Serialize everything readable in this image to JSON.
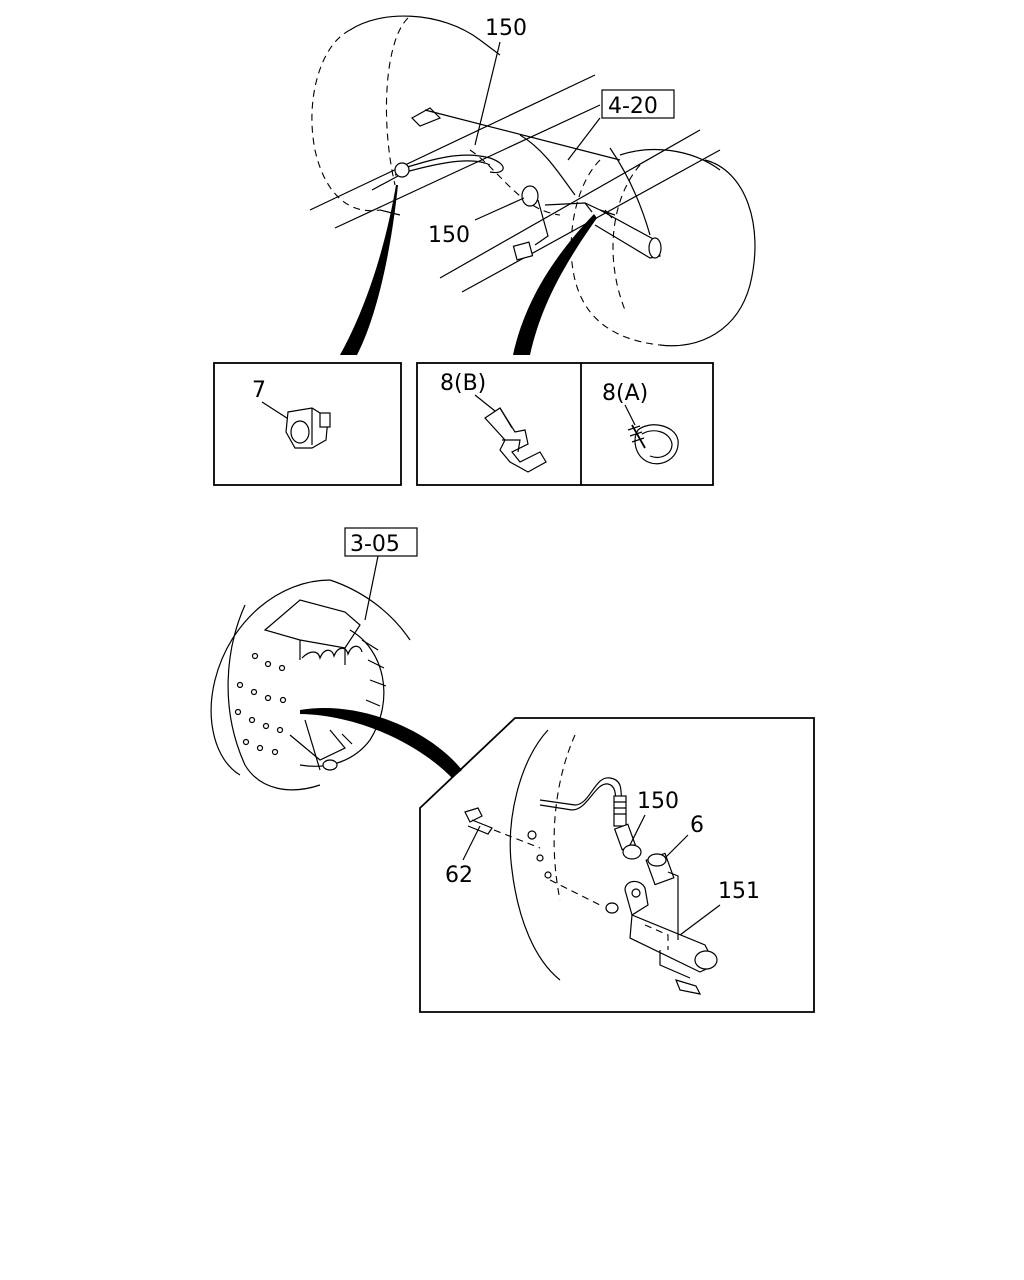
{
  "labels": {
    "callout_150_top": "150",
    "callout_150_mid": "150",
    "ref_4_20": "4-20",
    "part_7": "7",
    "part_8b": "8(B)",
    "part_8a": "8(A)",
    "ref_3_05": "3-05",
    "callout_150_detail": "150",
    "part_6": "6",
    "part_151": "151",
    "part_62": "62"
  }
}
